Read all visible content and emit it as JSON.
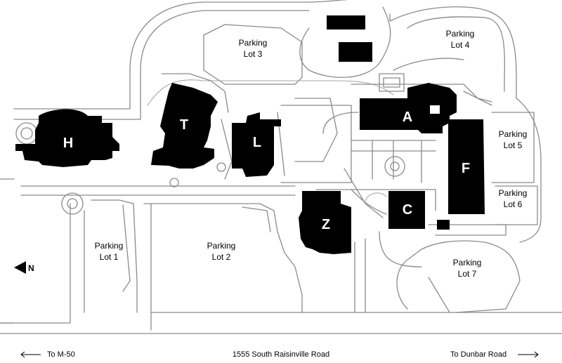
{
  "buildings": {
    "h": "H",
    "t": "T",
    "l": "L",
    "a": "A",
    "f": "F",
    "c": "C",
    "z": "Z"
  },
  "parking": {
    "lot1": [
      "Parking",
      "Lot 1"
    ],
    "lot2": [
      "Parking",
      "Lot 2"
    ],
    "lot3": [
      "Parking",
      "Lot 3"
    ],
    "lot4": [
      "Parking",
      "Lot 4"
    ],
    "lot5": [
      "Parking",
      "Lot 5"
    ],
    "lot6": [
      "Parking",
      "Lot 6"
    ],
    "lot7": [
      "Parking",
      "Lot 7"
    ]
  },
  "north": {
    "label": "N"
  },
  "footer": {
    "left": "To M-50",
    "center": "1555 South Raisinville Road",
    "right": "To Dunbar Road"
  },
  "colors": {
    "building": "#000000",
    "road": "#8a8a8a",
    "background": "#ffffff"
  }
}
